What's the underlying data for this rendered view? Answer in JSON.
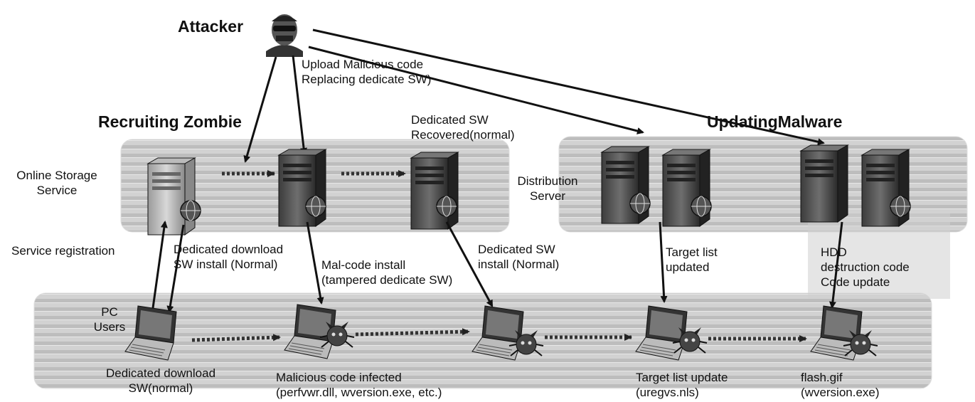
{
  "headings": {
    "attacker": "Attacker",
    "recruiting": "Recruiting Zombie",
    "updating": "UpdatingMalware"
  },
  "actors": {
    "attacker_icon": "hacker-icon",
    "server_icon": "server-tower-icon",
    "laptop_icon": "laptop-icon",
    "infection_icon": "devil-bug-icon",
    "globe_icon": "globe-icon"
  },
  "labels": {
    "upload_line1": "Upload Malicious code",
    "upload_line2": "Replacing dedicate SW)",
    "online_storage_line1": "Online Storage",
    "online_storage_line2": "Service",
    "dedicated_recovered_line1": "Dedicated SW",
    "dedicated_recovered_line2": "Recovered(normal)",
    "distribution_line1": "Distribution",
    "distribution_line2": "Server",
    "service_registration": "Service  registration",
    "download_install_line1": "Dedicated download",
    "download_install_line2": "SW install (Normal)",
    "malcode_install_line1": "Mal-code install",
    "malcode_install_line2": "(tampered dedicate SW)",
    "sw_install_normal_line1": "Dedicated SW",
    "sw_install_normal_line2": "install (Normal)",
    "target_list_line1": "Target list",
    "target_list_line2": "updated",
    "hdd_line1": "HDD",
    "hdd_line2": "destruction code",
    "hdd_line3": "Code update",
    "pc_users_line1": "PC",
    "pc_users_line2": "Users",
    "bottom_download_line1": "Dedicated download",
    "bottom_download_line2": "SW(normal)",
    "infected_line1": "Malicious code infected",
    "infected_line2": "(perfvwr.dll, wversion.exe, etc.)",
    "target_update_line1": "Target list update",
    "target_update_line2": "(uregvs.nls)",
    "flash_line1": "flash.gif",
    "flash_line2": "(wversion.exe)"
  }
}
